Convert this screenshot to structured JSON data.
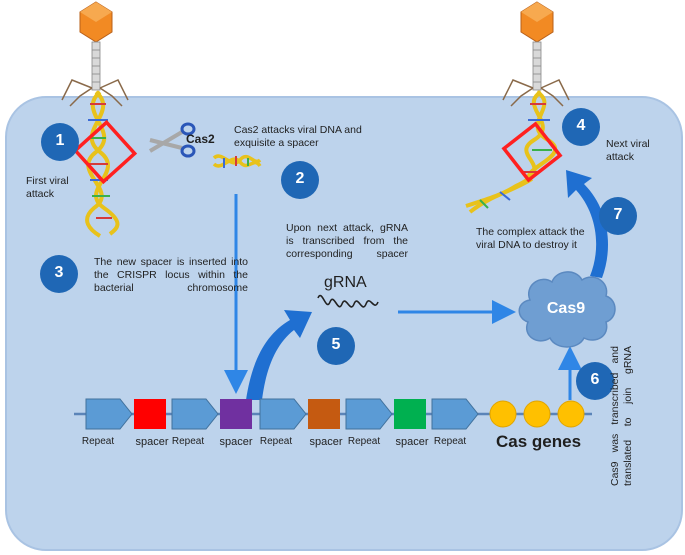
{
  "steps": {
    "s1": {
      "number": "1",
      "text": "First viral attack"
    },
    "s2": {
      "number": "2",
      "text": "Cas2 attacks viral DNA and exquisite a spacer"
    },
    "s3": {
      "number": "3",
      "text": "The new spacer is inserted into the CRISPR locus within the bacterial chromosome"
    },
    "s4": {
      "number": "4",
      "text": "Next viral attack"
    },
    "s5": {
      "number": "5",
      "text": "Upon next attack, gRNA is transcribed from the corresponding spacer"
    },
    "s6": {
      "number": "6",
      "text": "Cas9 was transcribed and translated to join gRNA"
    },
    "s7": {
      "number": "7",
      "text": "The complex attack the viral DNA to destroy it"
    }
  },
  "labels": {
    "cas2": "Cas2",
    "grna": "gRNA",
    "cas9": "Cas9",
    "cas_genes": "Cas genes"
  },
  "locus": [
    "Repeat",
    "spacer",
    "Repeat",
    "spacer",
    "Repeat",
    "spacer",
    "Repeat",
    "spacer",
    "Repeat"
  ],
  "colors": {
    "cell_fill": "#bdd3ec",
    "cell_border": "#9fbadb",
    "step_circle": "#1f67b5",
    "arrow": "#2f86e6",
    "repeat": "#5b9bd5",
    "spacer_1": "#ff0000",
    "spacer_2": "#7030a0",
    "spacer_3": "#c55a11",
    "spacer_4": "#00b050",
    "cas_gene": "#ffc000",
    "cas9_cloud": "#6f9ed2",
    "highlight_box": "#ff2020"
  }
}
